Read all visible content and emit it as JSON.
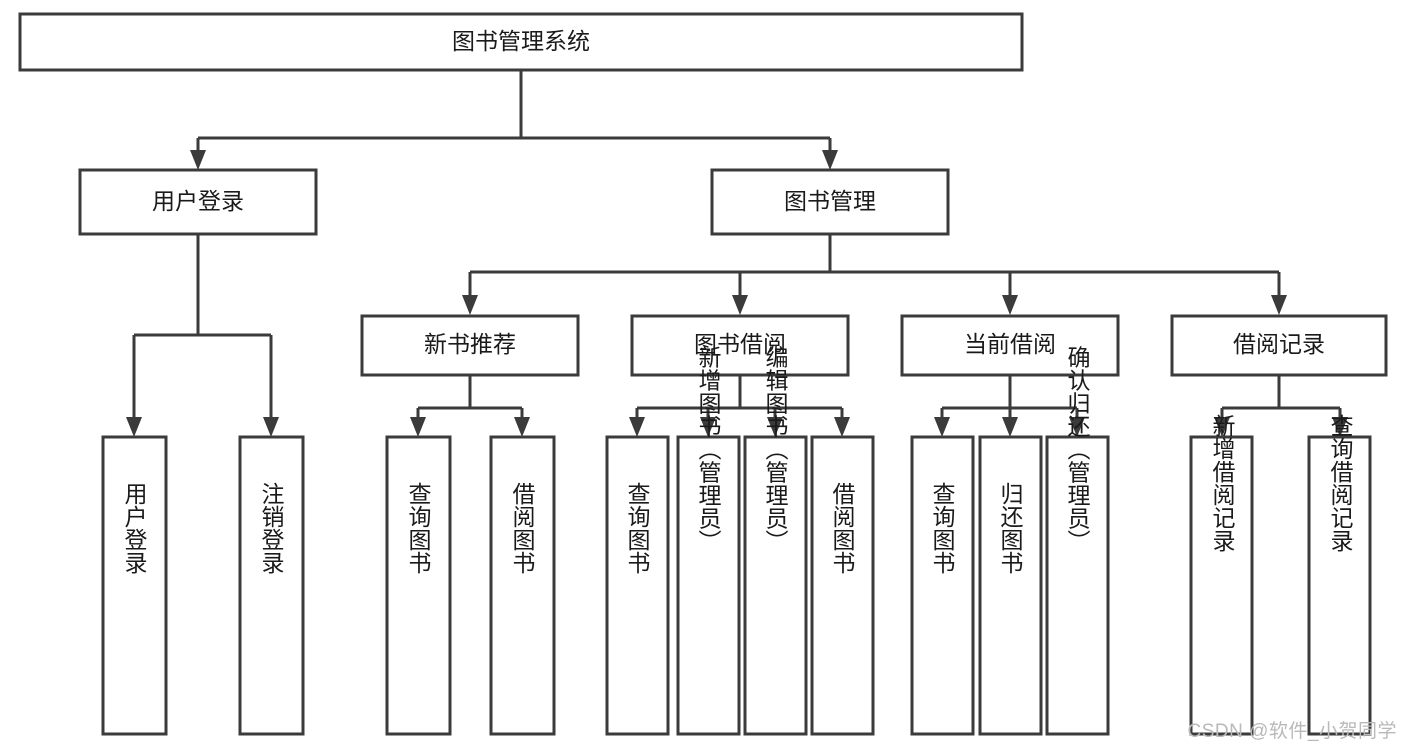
{
  "diagram": {
    "title": "图书管理系统",
    "type": "tree-hierarchy",
    "root": {
      "id": "root",
      "label": "图书管理系统",
      "orientation": "horizontal"
    },
    "level2": [
      {
        "id": "user-login",
        "label": "用户登录",
        "orientation": "horizontal"
      },
      {
        "id": "book-manage",
        "label": "图书管理",
        "orientation": "horizontal"
      }
    ],
    "level3": [
      {
        "id": "new-book-recommend",
        "label": "新书推荐",
        "orientation": "horizontal",
        "parent": "book-manage"
      },
      {
        "id": "book-borrow",
        "label": "图书借阅",
        "orientation": "horizontal",
        "parent": "book-manage"
      },
      {
        "id": "current-borrow",
        "label": "当前借阅",
        "orientation": "horizontal",
        "parent": "book-manage"
      },
      {
        "id": "borrow-record",
        "label": "借阅记录",
        "orientation": "horizontal",
        "parent": "book-manage"
      }
    ],
    "leaves": [
      {
        "id": "leaf-user-login",
        "label": "用户登录",
        "orientation": "vertical",
        "parent": "user-login"
      },
      {
        "id": "leaf-user-logout",
        "label": "注销登录",
        "orientation": "vertical",
        "parent": "user-login"
      },
      {
        "id": "leaf-query-book-1",
        "label": "查询图书",
        "orientation": "vertical",
        "parent": "new-book-recommend"
      },
      {
        "id": "leaf-borrow-book-1",
        "label": "借阅图书",
        "orientation": "vertical",
        "parent": "new-book-recommend"
      },
      {
        "id": "leaf-query-book-2",
        "label": "查询图书",
        "orientation": "vertical",
        "parent": "book-borrow"
      },
      {
        "id": "leaf-add-book",
        "label": "新增图书（管理员）",
        "orientation": "vertical",
        "parent": "book-borrow"
      },
      {
        "id": "leaf-edit-book",
        "label": "编辑图书（管理员）",
        "orientation": "vertical",
        "parent": "book-borrow"
      },
      {
        "id": "leaf-borrow-book-2",
        "label": "借阅图书",
        "orientation": "vertical",
        "parent": "book-borrow"
      },
      {
        "id": "leaf-query-book-3",
        "label": "查询图书",
        "orientation": "vertical",
        "parent": "current-borrow"
      },
      {
        "id": "leaf-return-book",
        "label": "归还图书",
        "orientation": "vertical",
        "parent": "current-borrow"
      },
      {
        "id": "leaf-confirm-return",
        "label": "确认归还（管理员）",
        "orientation": "vertical",
        "parent": "current-borrow"
      },
      {
        "id": "leaf-add-record",
        "label": "新增借阅记录",
        "orientation": "vertical",
        "parent": "borrow-record"
      },
      {
        "id": "leaf-query-record",
        "label": "查询借阅记录",
        "orientation": "vertical",
        "parent": "borrow-record"
      }
    ],
    "colors": {
      "stroke": "#3b3b3b",
      "fill": "#ffffff",
      "text": "#1a1a1a",
      "watermark": "#b9b9b9"
    }
  },
  "watermark": {
    "text": "CSDN @软件_小贺同学"
  }
}
